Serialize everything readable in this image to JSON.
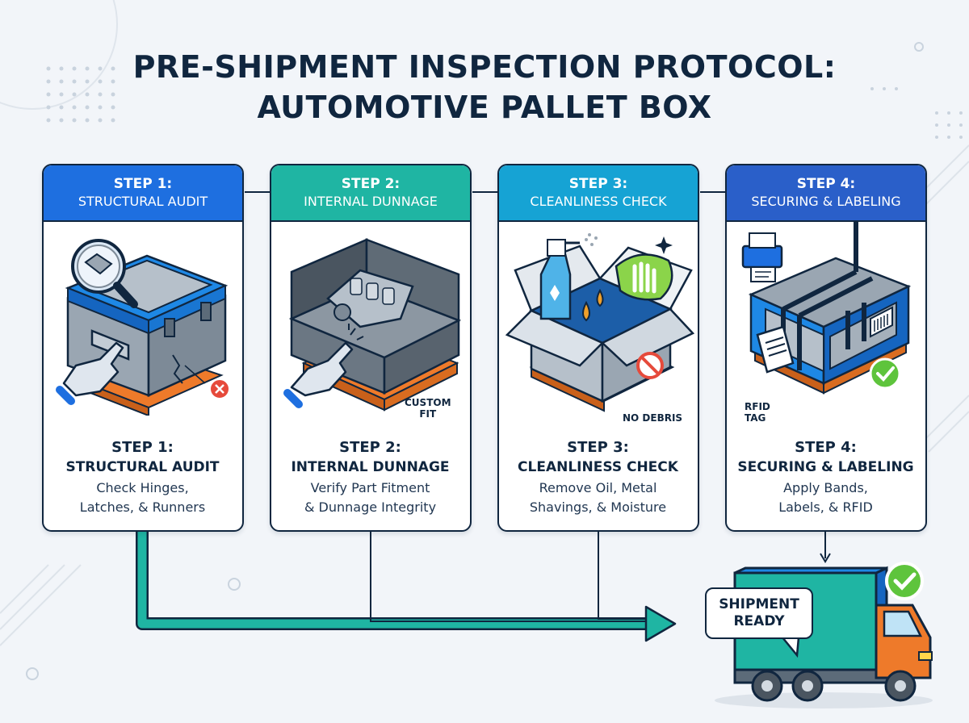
{
  "title": {
    "line1": "PRE-SHIPMENT INSPECTION PROTOCOL:",
    "line2": "AUTOMOTIVE PALLET BOX"
  },
  "steps": [
    {
      "header_step": "STEP 1:",
      "header_title": "STRUCTURAL AUDIT",
      "caption_step": "STEP 1:",
      "caption_title": "STRUCTURAL AUDIT",
      "desc_line1": "Check Hinges,",
      "desc_line2": "Latches, & Runners",
      "header_color": "#1e6fe0"
    },
    {
      "header_step": "STEP 2:",
      "header_title": "INTERNAL DUNNAGE",
      "caption_step": "STEP 2:",
      "caption_title": "INTERNAL DUNNAGE",
      "desc_line1": "Verify Part Fitment",
      "desc_line2": "& Dunnage Integrity",
      "illus_label_line1": "CUSTOM",
      "illus_label_line2": "FIT",
      "header_color": "#1fb5a3"
    },
    {
      "header_step": "STEP 3:",
      "header_title": "CLEANLINESS CHECK",
      "caption_step": "STEP 3:",
      "caption_title": "CLEANLINESS CHECK",
      "desc_line1": "Remove Oil, Metal",
      "desc_line2": "Shavings, & Moisture",
      "illus_label": "NO DEBRIS",
      "header_color": "#16a3d4"
    },
    {
      "header_step": "STEP 4:",
      "header_title": "SECURING & LABELING",
      "caption_step": "STEP 4:",
      "caption_title": "SECURING & LABELING",
      "desc_line1": "Apply Bands,",
      "desc_line2": "Labels, & RFID",
      "illus_label_line1": "RFID",
      "illus_label_line2": "TAG",
      "header_color": "#2a5fc9"
    }
  ],
  "shipment": {
    "line1": "SHIPMENT",
    "line2": "READY"
  },
  "colors": {
    "navy": "#10263f",
    "teal": "#1fb5a3",
    "blue": "#1e6fe0",
    "orange": "#ee7a2a",
    "green": "#5ec43c",
    "red": "#e64a3b",
    "background": "#f2f5f9"
  }
}
